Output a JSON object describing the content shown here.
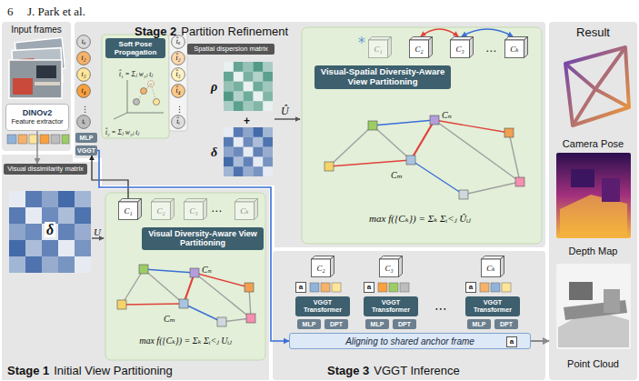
{
  "diagram": {
    "nodes": [
      {
        "text": [
          "Input frames"
        ]
      },
      {
        "text": [
          "DINOv2",
          "Feature extractor"
        ],
        "in": 0
      },
      {
        "text": [
          "Stage 2",
          "Partition Refinement"
        ]
      },
      {
        "text": [
          "tₐ"
        ],
        "in": 2
      },
      {
        "text": [
          "t₂"
        ],
        "in": 2
      },
      {
        "text": [
          "t₃"
        ],
        "in": 2
      },
      {
        "text": [
          "t₄"
        ],
        "in": 2
      },
      {
        "text": [
          "tᵢ"
        ],
        "in": 2
      },
      {
        "text": [
          "MLP"
        ],
        "in": 2
      },
      {
        "text": [
          "VGGT"
        ],
        "in": 2
      },
      {
        "text": [
          "Soft Pose Propagation"
        ],
        "in": 2
      },
      {
        "text": [
          "t̂ₐ"
        ],
        "in": 2
      },
      {
        "text": [
          "t̂₂"
        ],
        "in": 2
      },
      {
        "text": [
          "t̂₃"
        ],
        "in": 2
      },
      {
        "text": [
          "t̂₄"
        ],
        "in": 2
      },
      {
        "text": [
          "t̂ᵢ"
        ],
        "in": 2
      },
      {
        "text": [
          "Spatial dispersion matrix"
        ],
        "in": 2
      },
      {
        "text": [
          "Visual-Spatial Diversity-Aware View Partitioning"
        ],
        "in": 2
      },
      {
        "text": [
          "C₁"
        ],
        "in": 17
      },
      {
        "text": [
          "C₂"
        ],
        "in": 17
      },
      {
        "text": [
          "C₃"
        ],
        "in": 17
      },
      {
        "text": [
          "Cₖ"
        ],
        "in": 17
      },
      {
        "text": [
          "Stage 1",
          "Initial View Partitioning"
        ]
      },
      {
        "text": [
          "Visual dissimilarity matrix"
        ],
        "in": 22
      },
      {
        "text": [
          "Visual Diversity-Aware View Partitioning"
        ],
        "in": 22
      },
      {
        "text": [
          "C₁"
        ],
        "in": 24
      },
      {
        "text": [
          "C₂"
        ],
        "in": 24
      },
      {
        "text": [
          "C₃"
        ],
        "in": 24
      },
      {
        "text": [
          "Cₖ"
        ],
        "in": 24
      },
      {
        "text": [
          "Stage 3",
          "VGGT Inference"
        ]
      },
      {
        "text": [
          "C₂"
        ],
        "in": 29
      },
      {
        "text": [
          "C₃"
        ],
        "in": 29
      },
      {
        "text": [
          "Cₖ"
        ],
        "in": 29
      },
      {
        "text": [
          "a"
        ],
        "in": 29
      },
      {
        "text": [
          "VGGT Transformer"
        ],
        "in": 29
      },
      {
        "text": [
          "MLP"
        ],
        "in": 29
      },
      {
        "text": [
          "DPT"
        ],
        "in": 29
      },
      {
        "text": [
          "a"
        ],
        "in": 29
      },
      {
        "text": [
          "VGGT Transformer"
        ],
        "in": 29
      },
      {
        "text": [
          "MLP"
        ],
        "in": 29
      },
      {
        "text": [
          "DPT"
        ],
        "in": 29
      },
      {
        "text": [
          "a"
        ],
        "in": 29
      },
      {
        "text": [
          "VGGT Transformer"
        ],
        "in": 29
      },
      {
        "text": [
          "MLP"
        ],
        "in": 29
      },
      {
        "text": [
          "DPT"
        ],
        "in": 29
      },
      {
        "text": [
          "Aligning to shared anchor frame"
        ],
        "in": 29
      },
      {
        "text": [
          "a"
        ],
        "in": 45
      },
      {
        "text": [
          "Result"
        ]
      }
    ],
    "edges": [
      {
        "from": 1,
        "to": 23,
        "arrow": "to"
      },
      {
        "from": 25,
        "to": 9,
        "arrow": "to"
      },
      {
        "from": 9,
        "to": 45,
        "arrow": "to"
      },
      {
        "from": 19,
        "to": 20,
        "arrow": "both"
      },
      {
        "from": 20,
        "to": 21,
        "arrow": "both"
      },
      {
        "from": 45,
        "to": 47,
        "arrow": "to"
      }
    ],
    "labels": [
      "6",
      "J. Park et al.",
      "⋮",
      "⋮",
      "t̂₁ = Σⱼ w₁ⱼ tⱼ",
      "t̂₂ = Σⱼ w₂ⱼ tⱼ",
      "ρ",
      "+",
      "δ",
      "Û",
      "⋯",
      "Cₙ",
      "Cₘ",
      "max f({Cₖ}) = Σₖ Σᵢ<ⱼ Ûᵢⱼ",
      "δ",
      "U",
      "⋯",
      "Cₙ",
      "Cₘ",
      "max f({Cₖ}) = Σₖ Σᵢ<ⱼ Uᵢⱼ",
      "⋯",
      "Camera Pose",
      "Depth Map",
      "Point Cloud"
    ]
  }
}
